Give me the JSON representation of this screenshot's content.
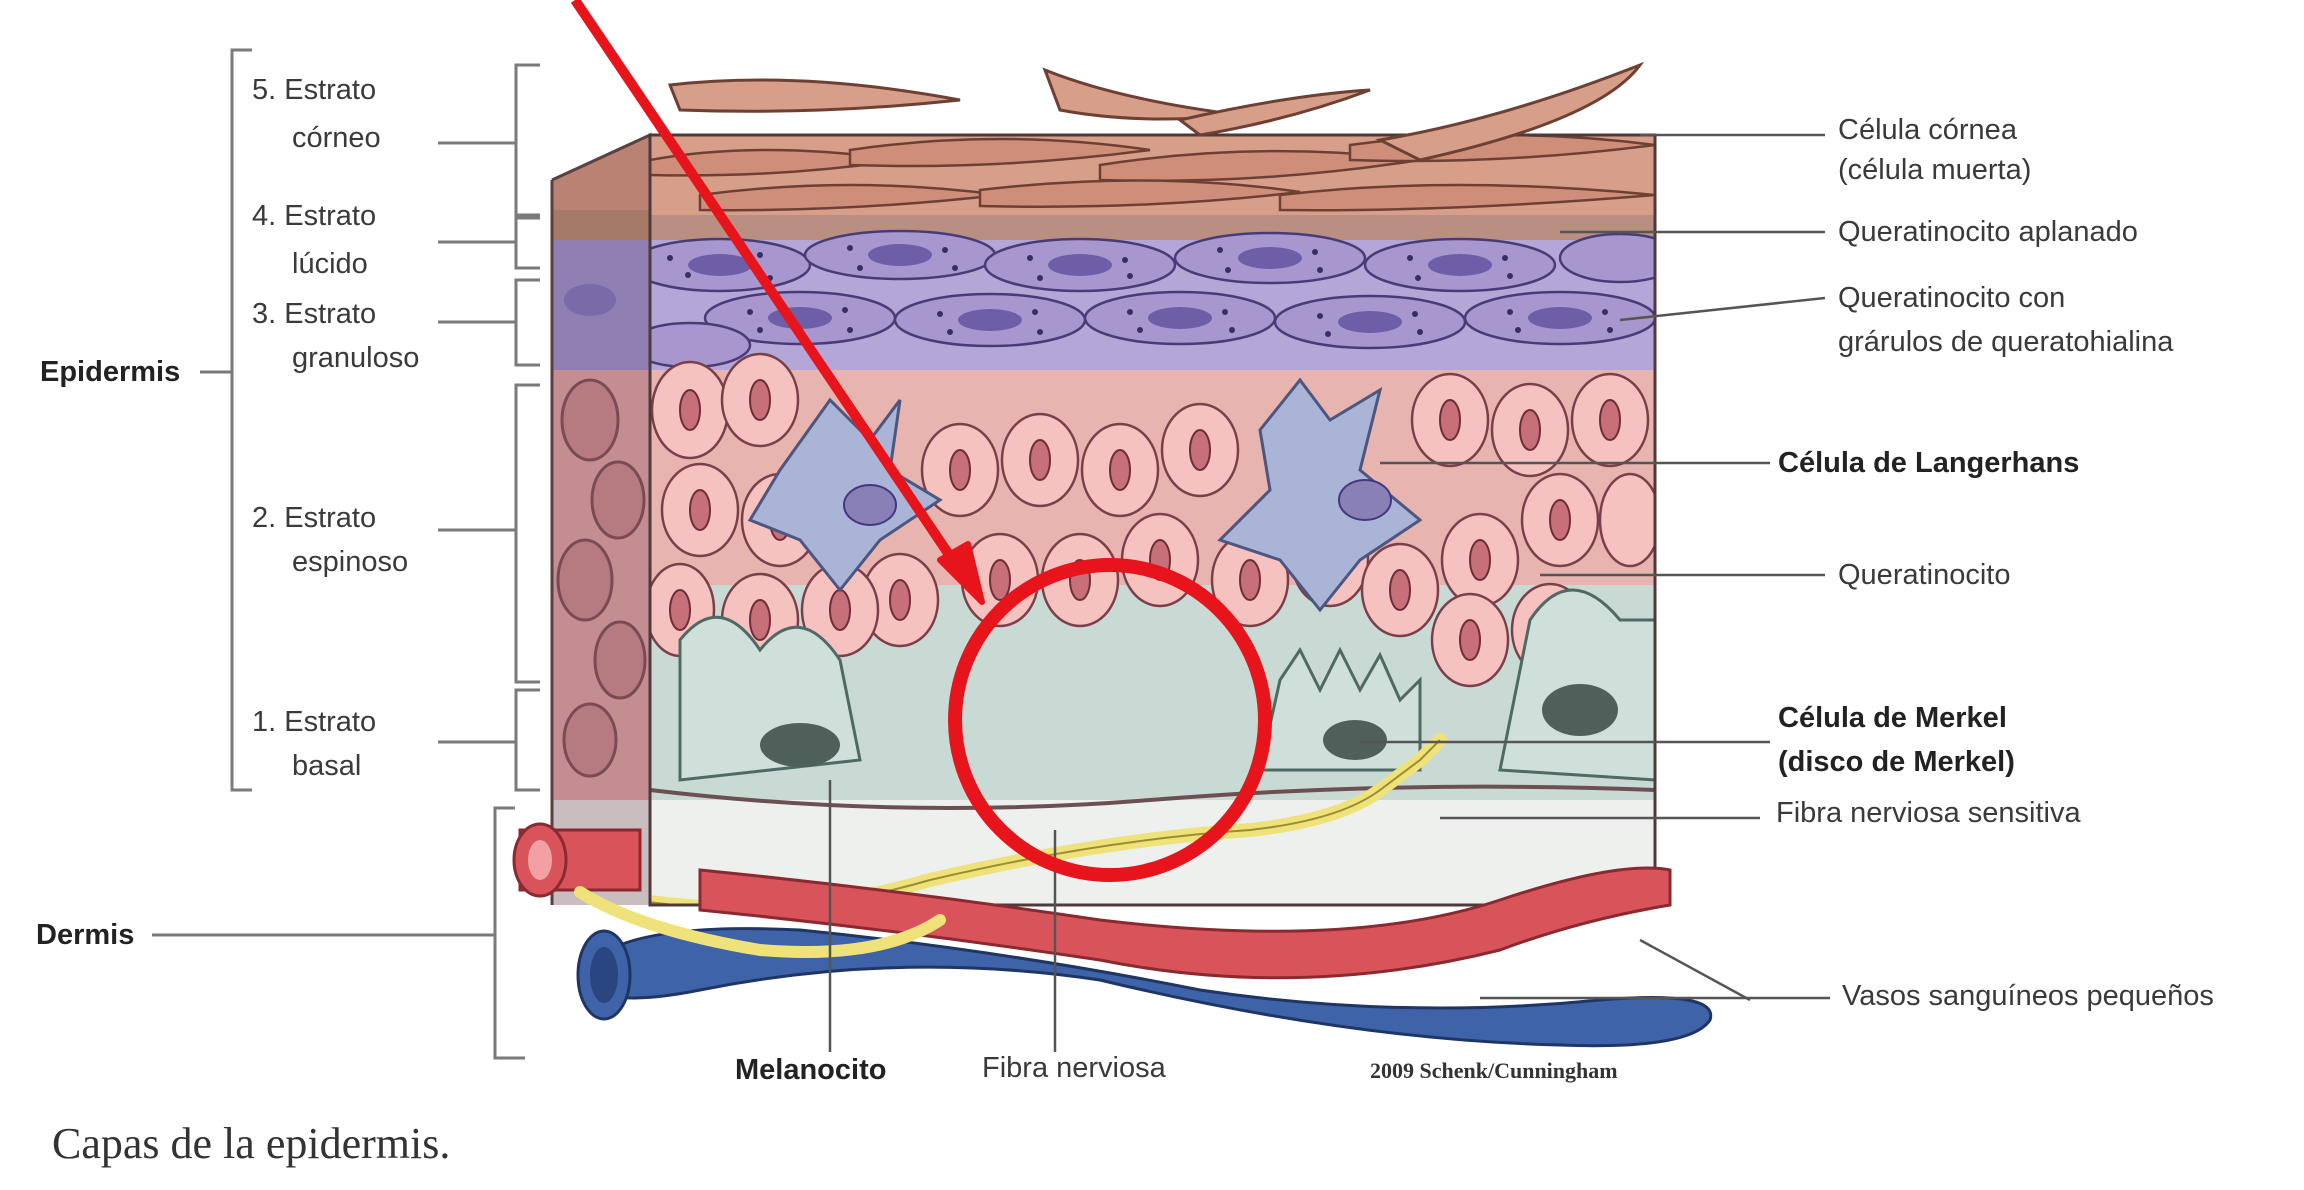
{
  "caption": "Capas de la epidermis.",
  "credit": "2009 Schenk/Cunningham",
  "left_labels": {
    "epidermis": "Epidermis",
    "dermis": "Dermis",
    "layer5": [
      "5. Estrato",
      "córneo"
    ],
    "layer4": [
      "4. Estrato",
      "lúcido"
    ],
    "layer3": [
      "3. Estrato",
      "granuloso"
    ],
    "layer2": [
      "2. Estrato",
      "espinoso"
    ],
    "layer1": [
      "1. Estrato",
      "basal"
    ]
  },
  "right_labels": {
    "celula_cornea": [
      "Célula córnea",
      "(célula muerta)"
    ],
    "queratinocito_aplanado": "Queratinocito aplanado",
    "queratinocito_granulos": [
      "Queratinocito con",
      "grárulos de queratohialina"
    ],
    "langerhans": "Célula de Langerhans",
    "queratinocito": "Queratinocito",
    "merkel": [
      "Célula de Merkel",
      "(disco de Merkel)"
    ],
    "fibra_sensitiva": "Fibra nerviosa sensitiva",
    "vasos": "Vasos sanguíneos pequeños"
  },
  "bottom_labels": {
    "melanocito": "Melanocito",
    "fibra_nerviosa": "Fibra nerviosa"
  },
  "colors": {
    "annotation_red": "#e8141b",
    "corneum": "#c98b78",
    "granulosum": "#9e8ec4",
    "spinosum": "#f2b8b8",
    "basal_bg": "#c9d9d4",
    "langerhans": "#a9b4d6",
    "nerve": "#f0e27a",
    "artery": "#d9545a",
    "vein": "#3f63a8"
  }
}
